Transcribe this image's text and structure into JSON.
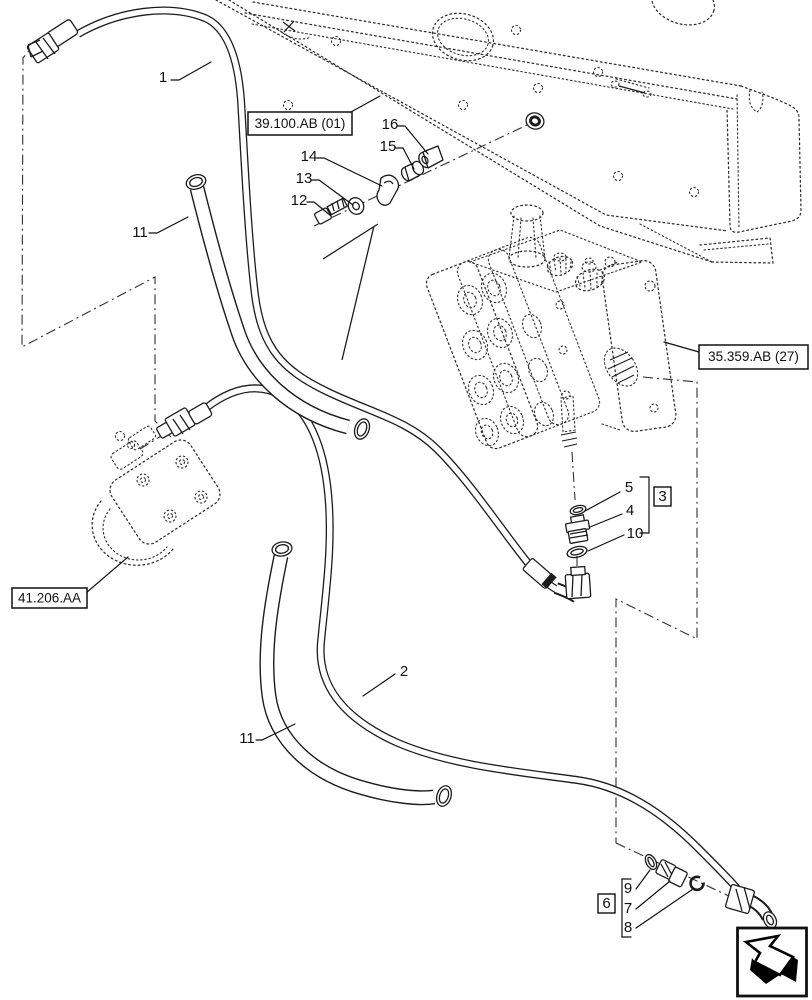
{
  "figure": {
    "type": "parts-exploded-diagram",
    "reference_boxes": {
      "frame": "39.100.AB (01)",
      "control_valve": "35.359.AB (27)",
      "steering_component": "41.206.AA"
    },
    "part_callouts": {
      "p1": "1",
      "p2": "2",
      "p3": "3",
      "p4": "4",
      "p5": "5",
      "p6": "6",
      "p7": "7",
      "p8": "8",
      "p9": "9",
      "p10": "10",
      "p11": "11",
      "p12": "12",
      "p13": "13",
      "p14": "14",
      "p15": "15",
      "p16": "16"
    },
    "icons": {
      "nav_return": "return-arrow-icon"
    },
    "colors": {
      "ink": "#1c1c1c",
      "paper": "#ffffff"
    }
  }
}
